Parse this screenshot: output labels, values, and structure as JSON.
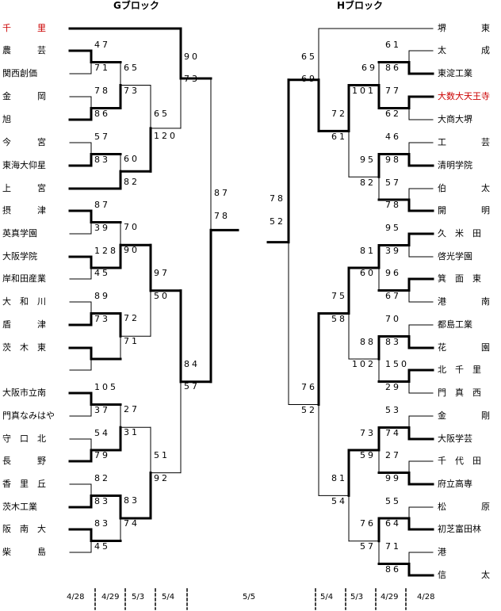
{
  "blocks": {
    "G": {
      "title": "Gブロック"
    },
    "H": {
      "title": "Hブロック"
    }
  },
  "colors": {
    "winner_highlight": "#cc0000",
    "line": "#000000"
  },
  "teams_left": [
    {
      "name": "千　　　里",
      "red": true
    },
    {
      "name": "農　　　芸"
    },
    {
      "name": "関西創価"
    },
    {
      "name": "金　　　岡"
    },
    {
      "name": "旭"
    },
    {
      "name": "今　　　宮"
    },
    {
      "name": "東海大仰星"
    },
    {
      "name": "上　　　宮"
    },
    {
      "name": "摂　　　津"
    },
    {
      "name": "英真学園"
    },
    {
      "name": "大阪学院"
    },
    {
      "name": "岸和田産業"
    },
    {
      "name": "大　和　川"
    },
    {
      "name": "盾　　　津"
    },
    {
      "name": "茨　木　東"
    },
    {
      "name": ""
    },
    {
      "name": "大阪市立南"
    },
    {
      "name": "門真なみはや"
    },
    {
      "name": "守　口　北"
    },
    {
      "name": "長　　　野"
    },
    {
      "name": "香　里　丘"
    },
    {
      "name": "茨木工業"
    },
    {
      "name": "阪　南　大"
    },
    {
      "name": "柴　　　島"
    }
  ],
  "teams_right": [
    {
      "name": "堺　　　　東"
    },
    {
      "name": "太　　　　成"
    },
    {
      "name": "東淀工業"
    },
    {
      "name": "大数大天王寺",
      "red": true
    },
    {
      "name": "大商大堺"
    },
    {
      "name": "工　　　　芸"
    },
    {
      "name": "清明学院"
    },
    {
      "name": "伯　　　　太"
    },
    {
      "name": "開　　　　明"
    },
    {
      "name": "久　米　田"
    },
    {
      "name": "啓光学園"
    },
    {
      "name": "箕　面　東"
    },
    {
      "name": "港　　　　南"
    },
    {
      "name": "都島工業"
    },
    {
      "name": "花　　　　園"
    },
    {
      "name": "北　千　里"
    },
    {
      "name": "門　真　西"
    },
    {
      "name": "金　　　　剛"
    },
    {
      "name": "大阪学芸"
    },
    {
      "name": "千　代　田"
    },
    {
      "name": "府立高専"
    },
    {
      "name": "松　　　　原"
    },
    {
      "name": "初芝富田林"
    },
    {
      "name": "港"
    },
    {
      "name": "信　　　　太"
    }
  ],
  "scores": {
    "L_r1": [
      "47",
      "71",
      "78",
      "86",
      "57",
      "83",
      "87",
      "39",
      "128",
      "45",
      "89",
      "73",
      "105",
      "37",
      "54",
      "79",
      "82",
      "83",
      "83",
      "45"
    ],
    "L_r2": [
      "65",
      "73",
      "60",
      "82",
      "70",
      "90",
      "72",
      "71",
      "27",
      "31",
      "83",
      "74"
    ],
    "L_r3": [
      "65",
      "120",
      "97",
      "50",
      "51",
      "92"
    ],
    "L_r4": [
      "90",
      "73",
      "84",
      "57"
    ],
    "L_final": [
      "87",
      "78"
    ],
    "R_final": [
      "78",
      "52"
    ],
    "R_r4": [
      "65",
      "69",
      "76",
      "52"
    ],
    "R_r3": [
      "72",
      "61",
      "75",
      "58",
      "81",
      "54"
    ],
    "R_r2": [
      "69",
      "101",
      "95",
      "82",
      "81",
      "60",
      "88",
      "102",
      "73",
      "59",
      "76",
      "57"
    ],
    "R_r1": [
      "61",
      "86",
      "77",
      "62",
      "46",
      "98",
      "57",
      "78",
      "95",
      "39",
      "96",
      "67",
      "70",
      "83",
      "150",
      "29",
      "53",
      "74",
      "27",
      "99",
      "55",
      "64",
      "71",
      "86"
    ]
  },
  "dates": [
    "4/28",
    "4/29",
    "5/3",
    "5/4",
    "5/5",
    "5/4",
    "5/3",
    "4/29",
    "4/28"
  ]
}
